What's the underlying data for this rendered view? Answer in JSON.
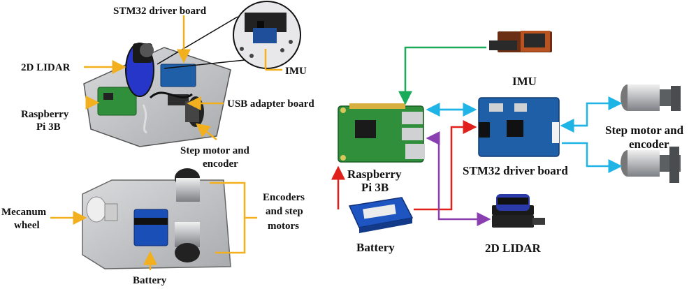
{
  "photo_left": {
    "labels": {
      "stm32": "STM32 driver board",
      "lidar": "2D LIDAR",
      "imu": "IMU",
      "usb": "USB adapter board",
      "rpi_line1": "Raspberry",
      "rpi_line2": "Pi 3B",
      "motor_line1": "Step motor and",
      "motor_line2": "encoder"
    }
  },
  "photo_bottom": {
    "labels": {
      "mecanum_line1": "Mecanum",
      "mecanum_line2": "wheel",
      "encoders_line1": "Encoders",
      "encoders_line2": "and step",
      "encoders_line3": "motors",
      "battery": "Battery"
    }
  },
  "block_diagram": {
    "imu": "IMU",
    "rpi_line1": "Raspberry",
    "rpi_line2": "Pi 3B",
    "stm32": "STM32 driver board",
    "motor_line1": "Step motor and",
    "motor_line2": "encoder",
    "battery": "Battery",
    "lidar": "2D LIDAR"
  },
  "colors": {
    "callout": "#f2b01e",
    "imu_link": "#1aab5a",
    "usb_link": "#1fb4e6",
    "power_link": "#e0201a",
    "lidar_link": "#8a3fb0",
    "pcb_green": "#2f8f3a",
    "pcb_blue": "#1f5fa8"
  }
}
